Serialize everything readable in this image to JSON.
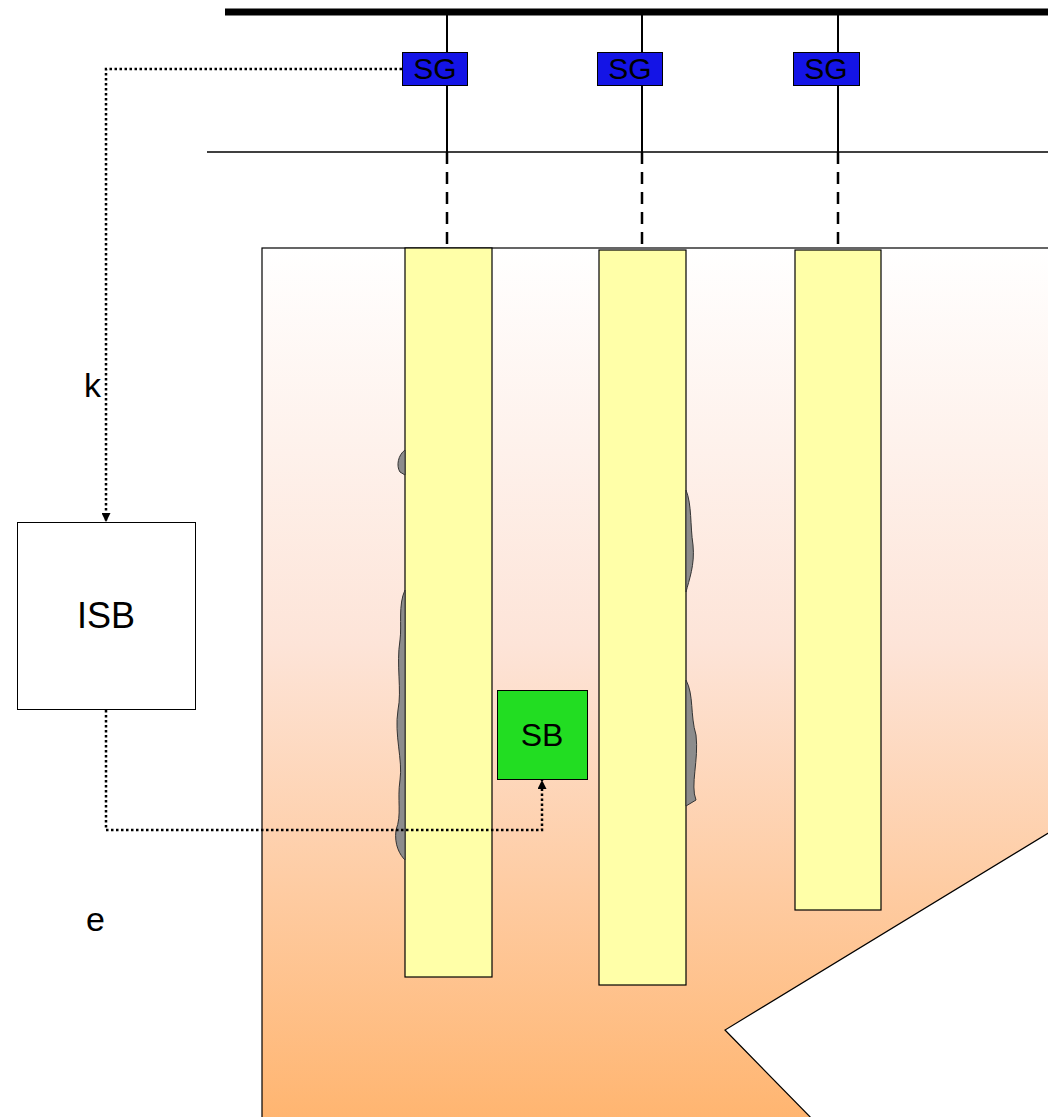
{
  "diagram": {
    "nodes": [
      {
        "text": [
          "SG"
        ]
      },
      {
        "text": [
          "SG"
        ]
      },
      {
        "text": [
          "SG"
        ]
      },
      {
        "text": [
          "ISB"
        ]
      },
      {
        "text": [
          "SB"
        ]
      }
    ],
    "edges": [
      {
        "from": 0,
        "to": 3,
        "arrow": "to"
      },
      {
        "from": 3,
        "to": 4,
        "arrow": "to"
      }
    ],
    "labels": [
      "k",
      "e"
    ]
  }
}
